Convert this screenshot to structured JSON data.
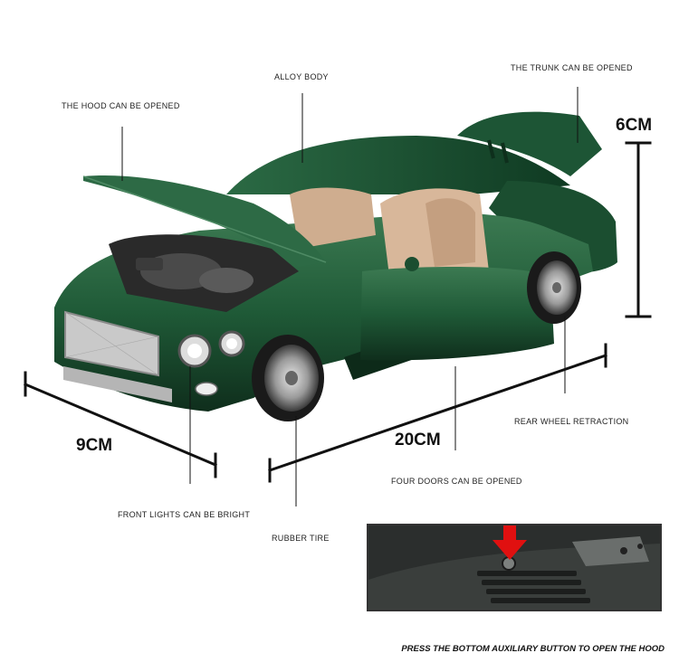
{
  "labels": {
    "alloy_body": "ALLOY BODY",
    "trunk": "THE TRUNK CAN BE OPENED",
    "hood": "THE HOOD CAN BE OPENED",
    "rear_wheel": "REAR WHEEL RETRACTION",
    "four_doors": "FOUR DOORS CAN BE OPENED",
    "front_lights": "FRONT LIGHTS CAN BE BRIGHT",
    "rubber_tire": "RUBBER TIRE"
  },
  "dimensions": {
    "height": "6CM",
    "width": "9CM",
    "length": "20CM"
  },
  "caption": "PRESS THE BOTTOM AUXILIARY BUTTON TO OPEN THE HOOD",
  "colors": {
    "body_green": "#1f5a37",
    "body_dark": "#123a23",
    "interior_tan": "#d8b79a",
    "arrow_red": "#e01010"
  }
}
